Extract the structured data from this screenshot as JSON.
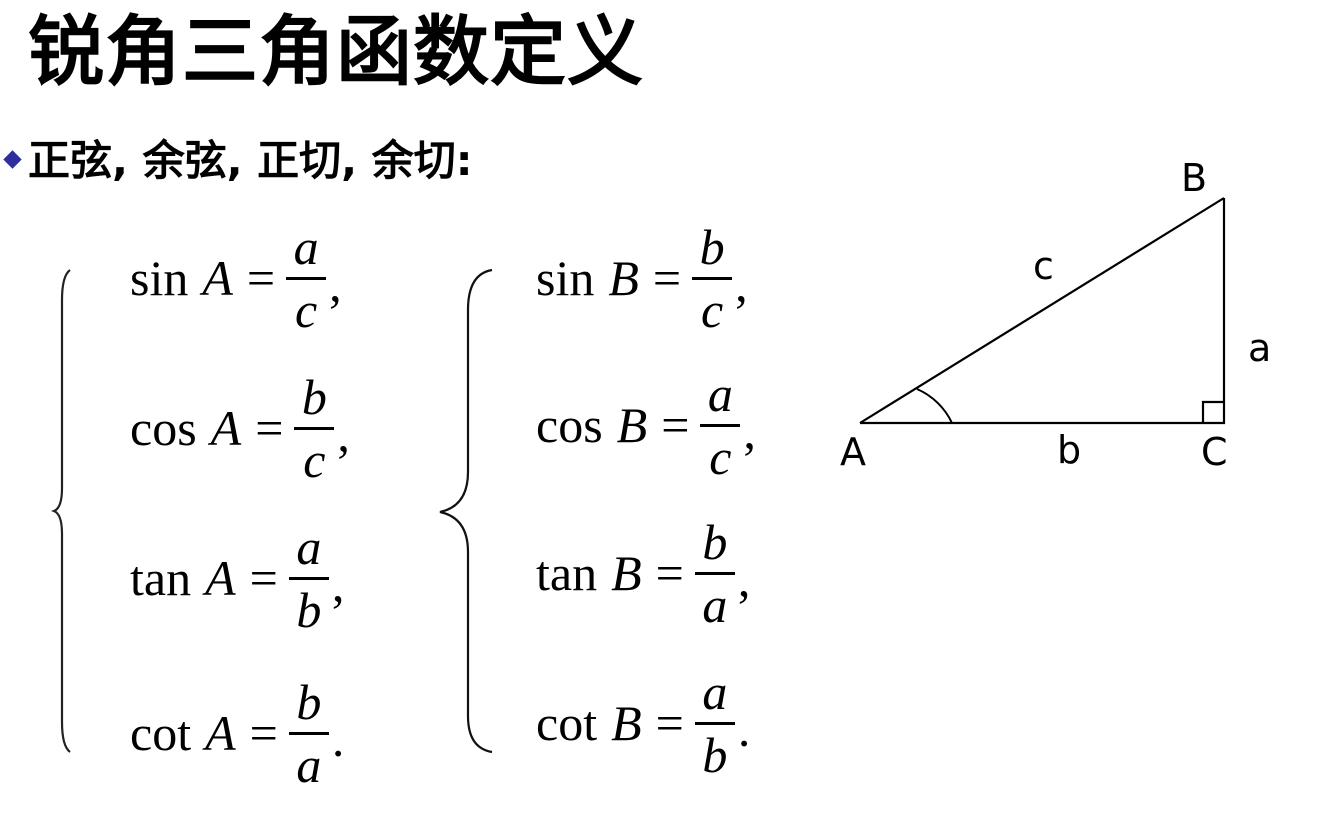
{
  "slide": {
    "title": "锐角三角函数定义",
    "bullet_icon": "diamond-bullet-icon",
    "bullet_color": "#2e2e9e",
    "subtitle": "正弦, 余弦, 正切, 余切:"
  },
  "formulas_A": [
    {
      "fn": "sin",
      "angle": "A",
      "equals": "=",
      "numerator": "a",
      "denominator": "c",
      "punct": ","
    },
    {
      "fn": "cos",
      "angle": "A",
      "equals": "=",
      "numerator": "b",
      "denominator": "c",
      "punct": ","
    },
    {
      "fn": "tan",
      "angle": "A",
      "equals": "=",
      "numerator": "a",
      "denominator": "b",
      "punct": ","
    },
    {
      "fn": "cot",
      "angle": "A",
      "equals": "=",
      "numerator": "b",
      "denominator": "a",
      "punct": "."
    }
  ],
  "formulas_B": [
    {
      "fn": "sin",
      "angle": "B",
      "equals": "=",
      "numerator": "b",
      "denominator": "c",
      "punct": ","
    },
    {
      "fn": "cos",
      "angle": "B",
      "equals": "=",
      "numerator": "a",
      "denominator": "c",
      "punct": ","
    },
    {
      "fn": "tan",
      "angle": "B",
      "equals": "=",
      "numerator": "b",
      "denominator": "a",
      "punct": ","
    },
    {
      "fn": "cot",
      "angle": "B",
      "equals": "=",
      "numerator": "a",
      "denominator": "b",
      "punct": "."
    }
  ],
  "triangle": {
    "vertices": {
      "A": "A",
      "B": "B",
      "C": "C"
    },
    "sides": {
      "hypotenuse": "c",
      "opposite": "a",
      "adjacent": "b"
    },
    "right_angle_at": "C",
    "angle_marked": "A"
  }
}
